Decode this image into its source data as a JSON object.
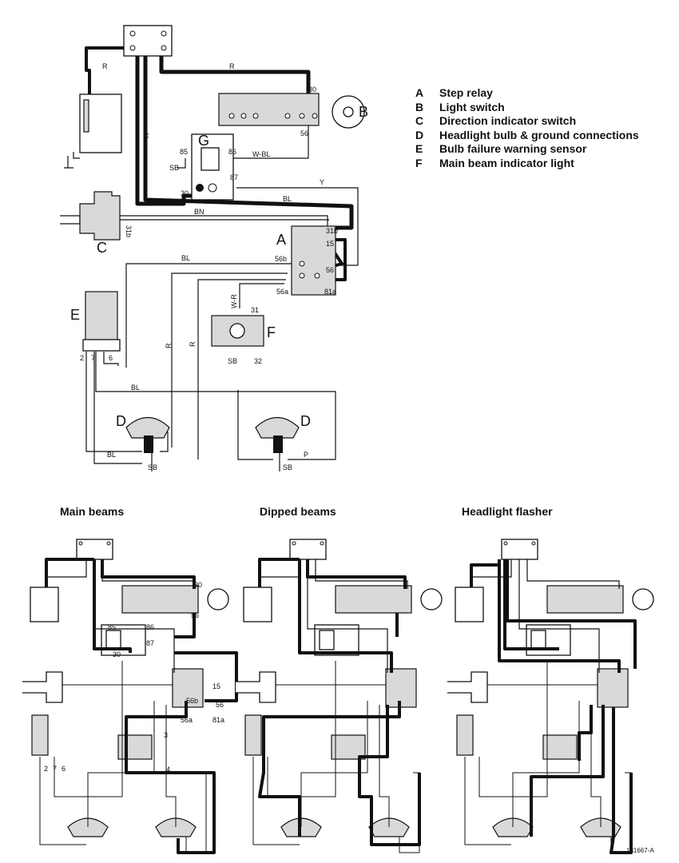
{
  "legend": [
    {
      "key": "A",
      "text": "Step relay"
    },
    {
      "key": "B",
      "text": "Light switch"
    },
    {
      "key": "C",
      "text": "Direction indicator switch"
    },
    {
      "key": "D",
      "text": "Headlight bulb & ground connections"
    },
    {
      "key": "E",
      "text": "Bulb failure warning sensor"
    },
    {
      "key": "F",
      "text": "Main beam indicator light"
    }
  ],
  "component_letters": {
    "A": "A",
    "B": "B",
    "C": "C",
    "D": "D",
    "E": "E",
    "F": "F",
    "G": "G"
  },
  "wire_labels": {
    "R": "R",
    "W_BL": "W-BL",
    "Y": "Y",
    "BL": "BL",
    "BN": "BN",
    "W_R": "W-R",
    "SB": "SB",
    "P": "P"
  },
  "terminal_labels": {
    "t30": "30",
    "t56": "56",
    "t85": "85",
    "t86": "86",
    "t87": "87",
    "t31b": "31b",
    "t15": "15",
    "t56b": "56b",
    "t56a": "56a",
    "t81a": "81a",
    "t31": "31",
    "t32": "32",
    "t2": "2",
    "t7": "7",
    "t6": "6",
    "t3": "3",
    "t4": "4"
  },
  "panel_titles": {
    "main": "Main beams",
    "dipped": "Dipped beams",
    "flasher": "Headlight flasher"
  },
  "figure_code": "131667-A"
}
